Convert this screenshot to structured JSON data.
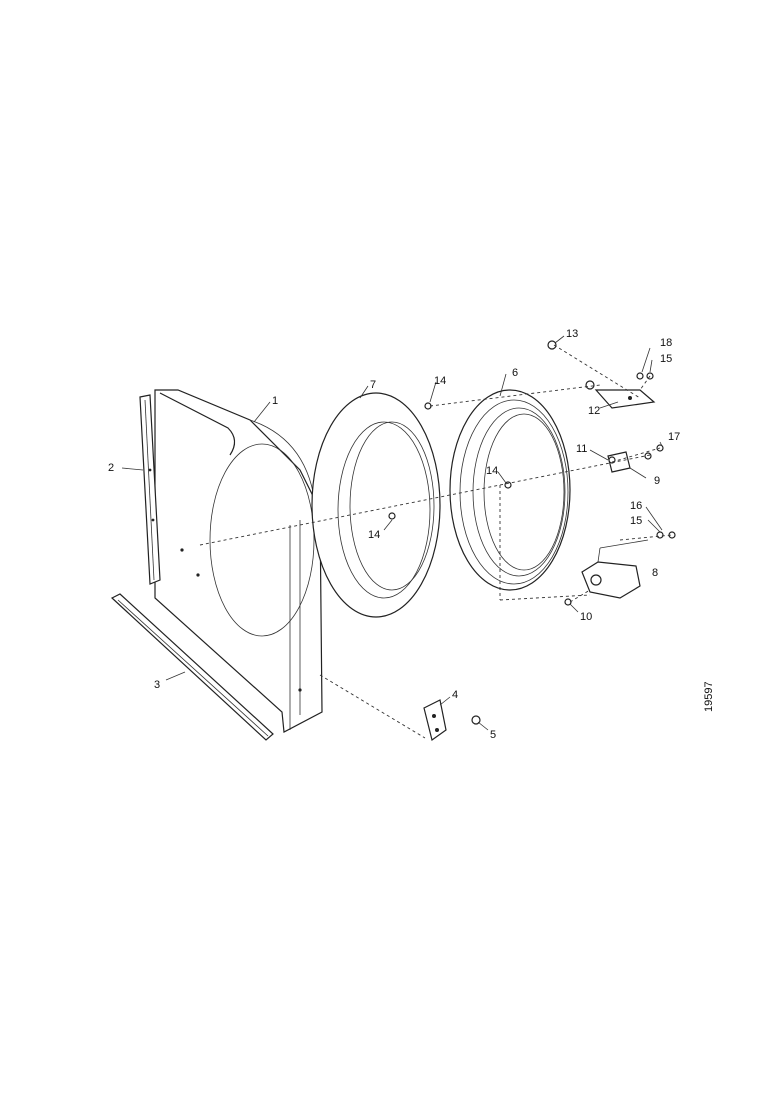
{
  "drawing": {
    "id_code": "19597",
    "callouts": [
      "1",
      "2",
      "3",
      "4",
      "5",
      "6",
      "7",
      "8",
      "9",
      "10",
      "11",
      "12",
      "13",
      "14",
      "15",
      "16",
      "17",
      "18"
    ]
  }
}
